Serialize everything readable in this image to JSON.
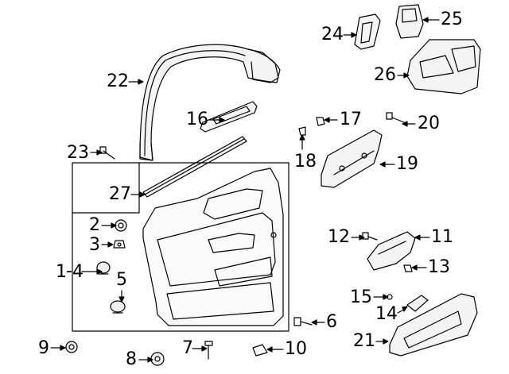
{
  "callouts": [
    {
      "number": "1"
    },
    {
      "number": "2"
    },
    {
      "number": "3"
    },
    {
      "number": "4"
    },
    {
      "number": "5"
    },
    {
      "number": "6"
    },
    {
      "number": "7"
    },
    {
      "number": "8"
    },
    {
      "number": "9"
    },
    {
      "number": "10"
    },
    {
      "number": "11"
    },
    {
      "number": "12"
    },
    {
      "number": "13"
    },
    {
      "number": "14"
    },
    {
      "number": "15"
    },
    {
      "number": "16"
    },
    {
      "number": "17"
    },
    {
      "number": "18"
    },
    {
      "number": "19"
    },
    {
      "number": "20"
    },
    {
      "number": "21"
    },
    {
      "number": "22"
    },
    {
      "number": "23"
    },
    {
      "number": "24"
    },
    {
      "number": "25"
    },
    {
      "number": "26"
    },
    {
      "number": "27"
    }
  ]
}
